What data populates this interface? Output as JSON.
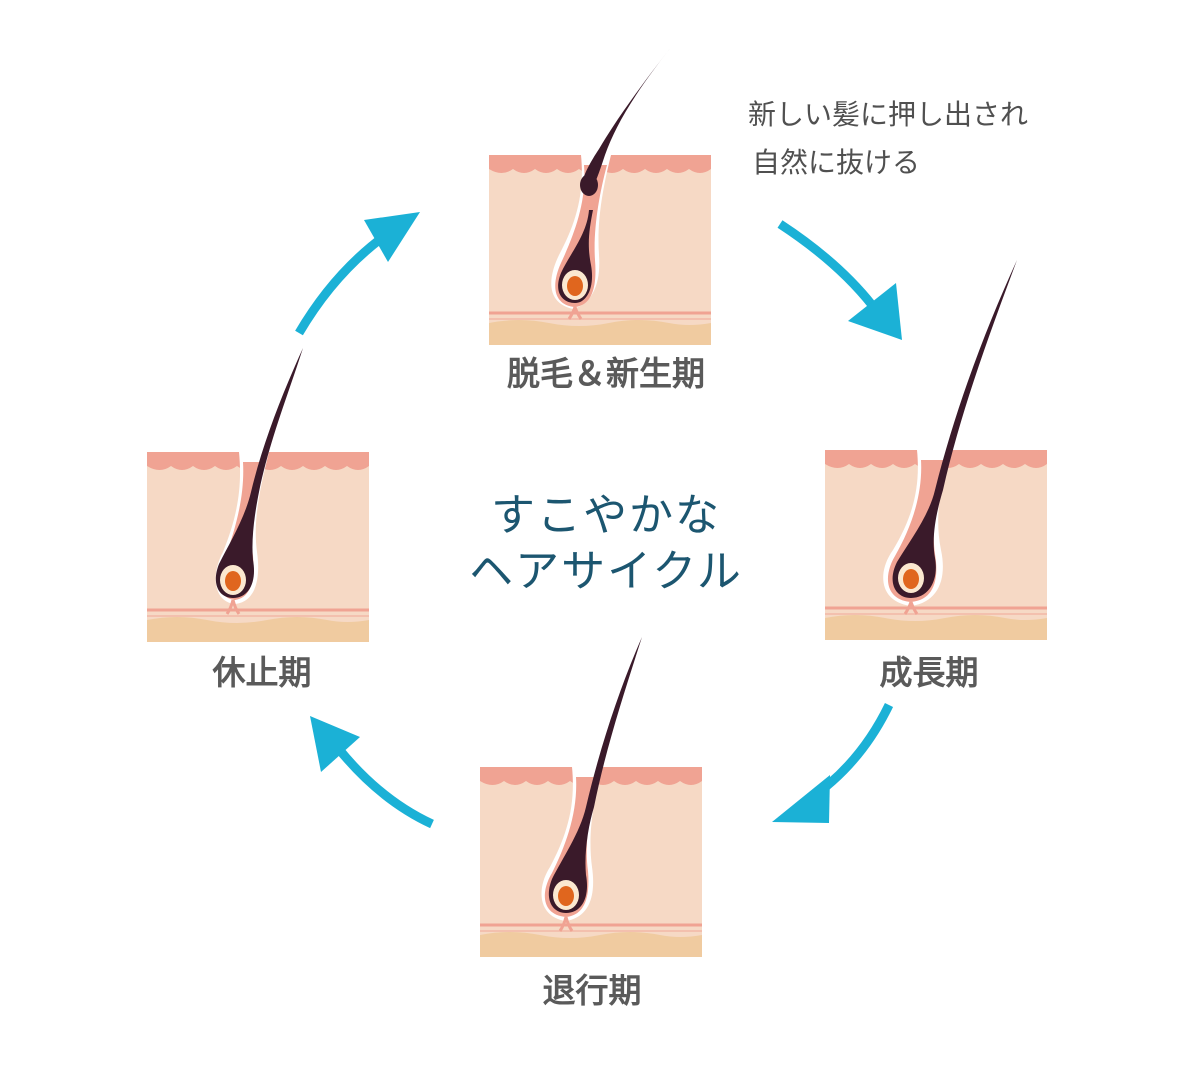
{
  "center_title": {
    "line1": "すこやかな",
    "line2": "ヘアサイクル"
  },
  "note": {
    "line1": "新しい髪に押し出され",
    "line2": "自然に抜ける"
  },
  "stages": {
    "shedding": {
      "label": "脱毛＆新生期"
    },
    "growth": {
      "label": "成長期"
    },
    "regression": {
      "label": "退行期"
    },
    "resting": {
      "label": "休止期"
    }
  },
  "colors": {
    "arrow": "#1bb1d6",
    "skin": "#f6d9c5",
    "skin_edge": "#f0a393",
    "follicle": "#f0a393",
    "fat_layer": "#f0cba0",
    "hair": "#3a1a2a",
    "papilla": "#e0661e",
    "title": "#1c5670",
    "label": "#5a5a5a"
  }
}
